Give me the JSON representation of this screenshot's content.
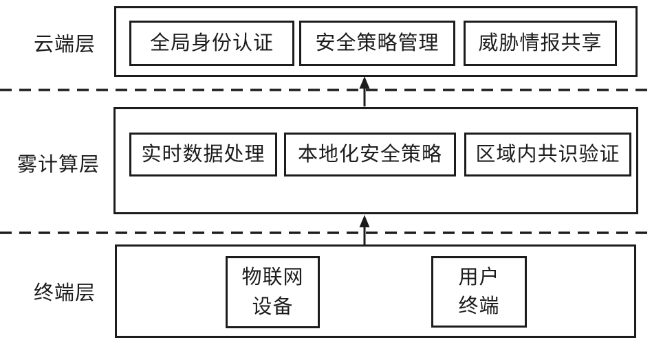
{
  "diagram": {
    "colors": {
      "line": "#1c1c1c",
      "background": "#ffffff"
    },
    "layers": [
      {
        "id": "cloud",
        "label": "云端层",
        "boxes": [
          {
            "label": "全局身份认证"
          },
          {
            "label": "安全策略管理"
          },
          {
            "label": "威胁情报共享"
          }
        ]
      },
      {
        "id": "fog",
        "label": "雾计算层",
        "boxes": [
          {
            "label": "实时数据处理"
          },
          {
            "label": "本地化安全策略"
          },
          {
            "label": "区域内共识验证"
          }
        ]
      },
      {
        "id": "terminal",
        "label": "终端层",
        "boxes": [
          {
            "label": "物联网\n设备"
          },
          {
            "label": "用户\n终端"
          }
        ]
      }
    ],
    "connectors": [
      {
        "name": "fog-to-cloud",
        "direction": "up"
      },
      {
        "name": "terminal-to-fog",
        "direction": "up"
      }
    ]
  }
}
